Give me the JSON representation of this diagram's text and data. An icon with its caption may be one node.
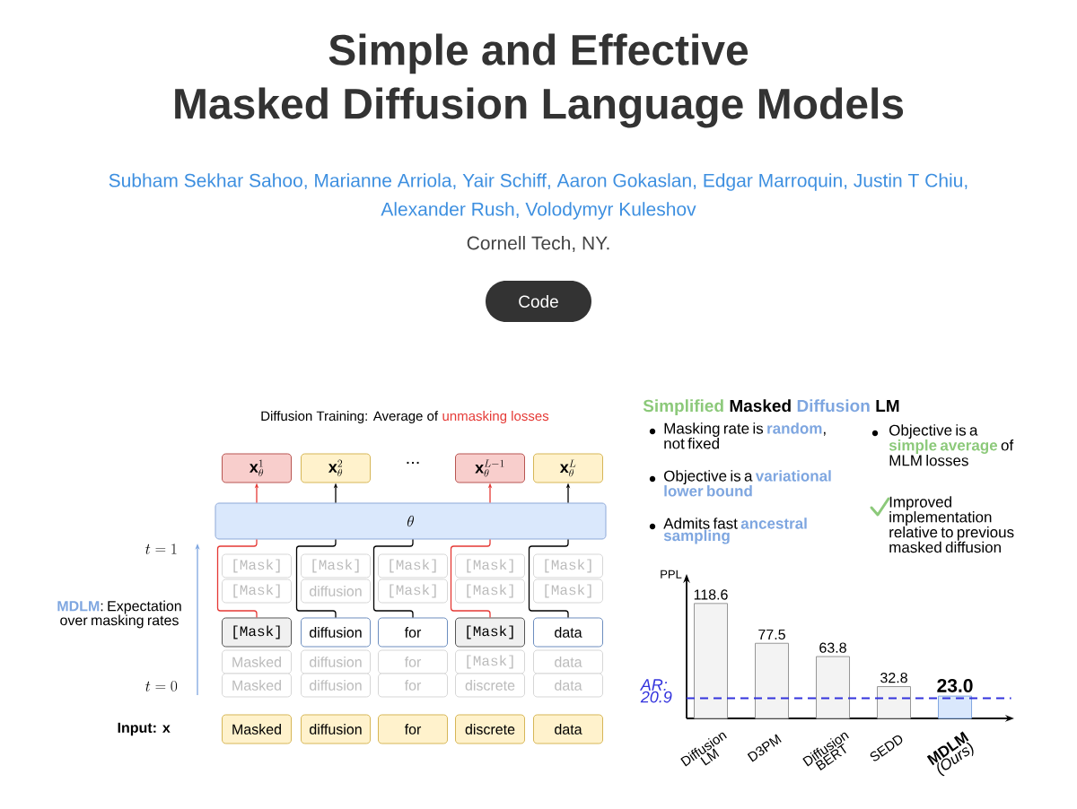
{
  "diagram": {
    "title": "Simple and Effective Masked Diffusion Language Models",
    "nodes": [
      {
        "text": [
          "\\mathbf{x}_\\theta^1"
        ]
      },
      {
        "text": [
          "\\mathbf{x}_\\theta^2"
        ]
      },
      {
        "text": [
          "\\mathbf{x}_\\theta^{L-1}"
        ]
      },
      {
        "text": [
          "\\mathbf{x}_\\theta^L"
        ]
      },
      {
        "text": [
          "\\theta"
        ]
      },
      {
        "text": [
          "[Mask]"
        ]
      },
      {
        "text": [
          "[Mask]"
        ]
      },
      {
        "text": [
          "[Mask]"
        ]
      },
      {
        "text": [
          "[Mask]"
        ]
      },
      {
        "text": [
          "[Mask]"
        ]
      },
      {
        "text": [
          "[Mask]"
        ]
      },
      {
        "text": [
          "diffusion"
        ]
      },
      {
        "text": [
          "[Mask]"
        ]
      },
      {
        "text": [
          "[Mask]"
        ]
      },
      {
        "text": [
          "[Mask]"
        ]
      },
      {
        "text": [
          "[Mask]"
        ]
      },
      {
        "text": [
          "diffusion"
        ]
      },
      {
        "text": [
          "for"
        ]
      },
      {
        "text": [
          "[Mask]"
        ]
      },
      {
        "text": [
          "data"
        ]
      },
      {
        "text": [
          "Masked"
        ]
      },
      {
        "text": [
          "diffusion"
        ]
      },
      {
        "text": [
          "for"
        ]
      },
      {
        "text": [
          "[Mask]"
        ]
      },
      {
        "text": [
          "data"
        ]
      },
      {
        "text": [
          "Masked"
        ]
      },
      {
        "text": [
          "diffusion"
        ]
      },
      {
        "text": [
          "for"
        ]
      },
      {
        "text": [
          "discrete"
        ]
      },
      {
        "text": [
          "data"
        ]
      },
      {
        "text": [
          "Masked"
        ]
      },
      {
        "text": [
          "diffusion"
        ]
      },
      {
        "text": [
          "for"
        ]
      },
      {
        "text": [
          "discrete"
        ]
      },
      {
        "text": [
          "data"
        ]
      }
    ],
    "edges": [
      {
        "from": 4,
        "to": 0,
        "arrow": "to",
        "color": "#e53935"
      },
      {
        "from": 4,
        "to": 1,
        "arrow": "to"
      },
      {
        "from": 4,
        "to": 2,
        "arrow": "to",
        "color": "#e53935"
      },
      {
        "from": 4,
        "to": 3,
        "arrow": "to"
      },
      {
        "from": 15,
        "to": 4,
        "arrow": "none",
        "color": "#e53935"
      },
      {
        "from": 16,
        "to": 4,
        "arrow": "none"
      },
      {
        "from": 17,
        "to": 4,
        "arrow": "none"
      },
      {
        "from": 18,
        "to": 4,
        "arrow": "none",
        "color": "#e53935"
      },
      {
        "from": 19,
        "to": 4,
        "arrow": "none"
      }
    ],
    "labels": [
      "Subham Sekhar Sahoo, Marianne Arriola, Yair Schiff, Aaron Gokaslan, Edgar Marroquin, Justin T Chiu, Alexander Rush, Volodymyr Kuleshov",
      "Cornell Tech, NY.",
      "Code",
      "Diffusion Training: Average of",
      "unmasking losses",
      "Simplified",
      "Masked",
      "Diffusion",
      "LM",
      "Masking rate is **random**, not fixed",
      "Objective is a **simple average** of MLM losses",
      "Objective is a **variational lower bound**",
      "Improved implementation relative to previous masked diffusion",
      "Admits fast **ancestral sampling**",
      "...",
      "t = 1",
      "**MDLM**: Expectation over masking rates",
      "t = 0",
      "Input: x"
    ],
    "chart_data": {
      "type": "bar",
      "ylabel": "PPL",
      "categories": [
        "Diffusion LM",
        "D3PM",
        "Diffusion BERT",
        "SEDD",
        "**MDLM** *(Ours)*"
      ],
      "values": [
        118.6,
        77.5,
        63.8,
        32.8,
        23.0
      ],
      "value_labels": [
        "118.6",
        "77.5",
        "63.8",
        "32.8",
        "23.0"
      ],
      "ref_lines": [
        {
          "axis": "y",
          "value": 20.9,
          "label": "AR: 20.9"
        }
      ]
    }
  }
}
